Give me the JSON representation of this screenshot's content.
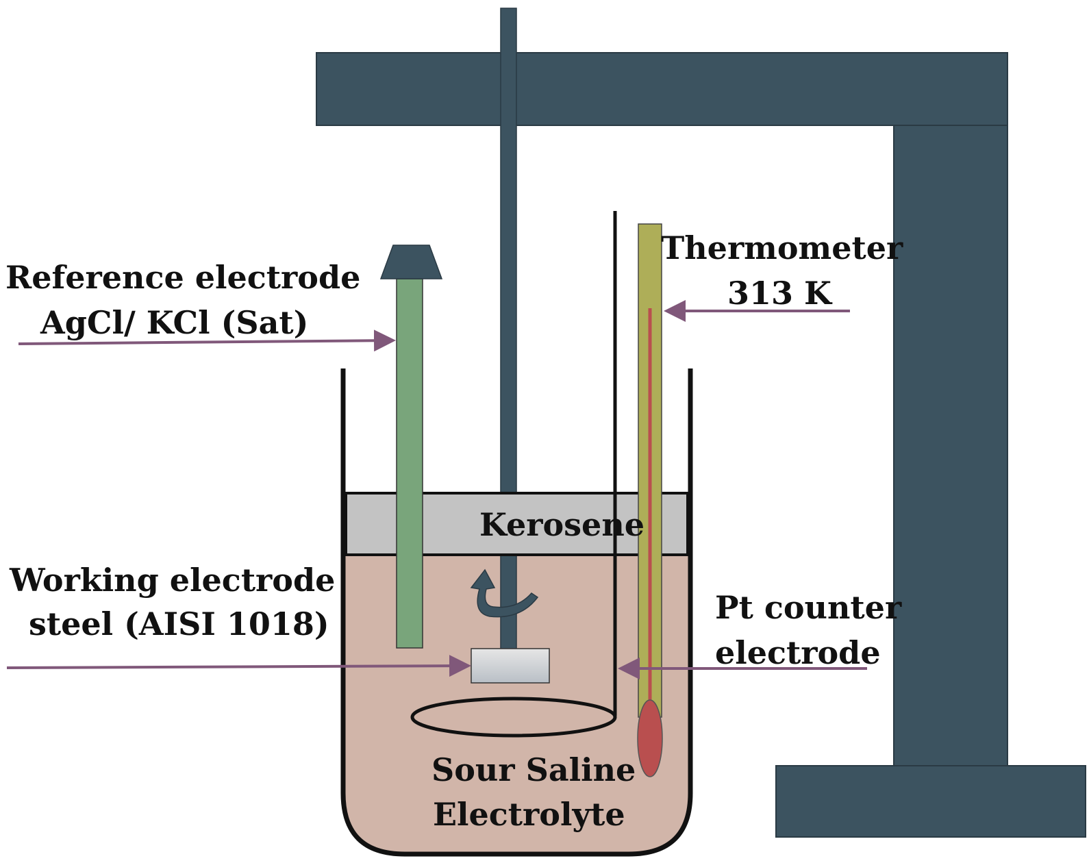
{
  "labels": {
    "reference_line1": "Reference electrode",
    "reference_line2": "AgCl/ KCl (Sat)",
    "thermometer_line1": "Thermometer",
    "thermometer_line2": "313 K",
    "kerosene": "Kerosene",
    "working_line1": "Working electrode",
    "working_line2": "steel (AISI 1018)",
    "counter_line1": "Pt counter",
    "counter_line2": "electrode",
    "electrolyte_line1": "Sour Saline",
    "electrolyte_line2": "Electrolyte"
  },
  "colors": {
    "stand": "#3c5360",
    "reference_electrode": "#79a57b",
    "thermometer_body": "#aeae58",
    "thermometer_mercury": "#b94f4f",
    "kerosene_layer": "#c3c3c3",
    "electrolyte": "#d1b5a9",
    "arrow": "#80587a",
    "outline": "#111111"
  }
}
